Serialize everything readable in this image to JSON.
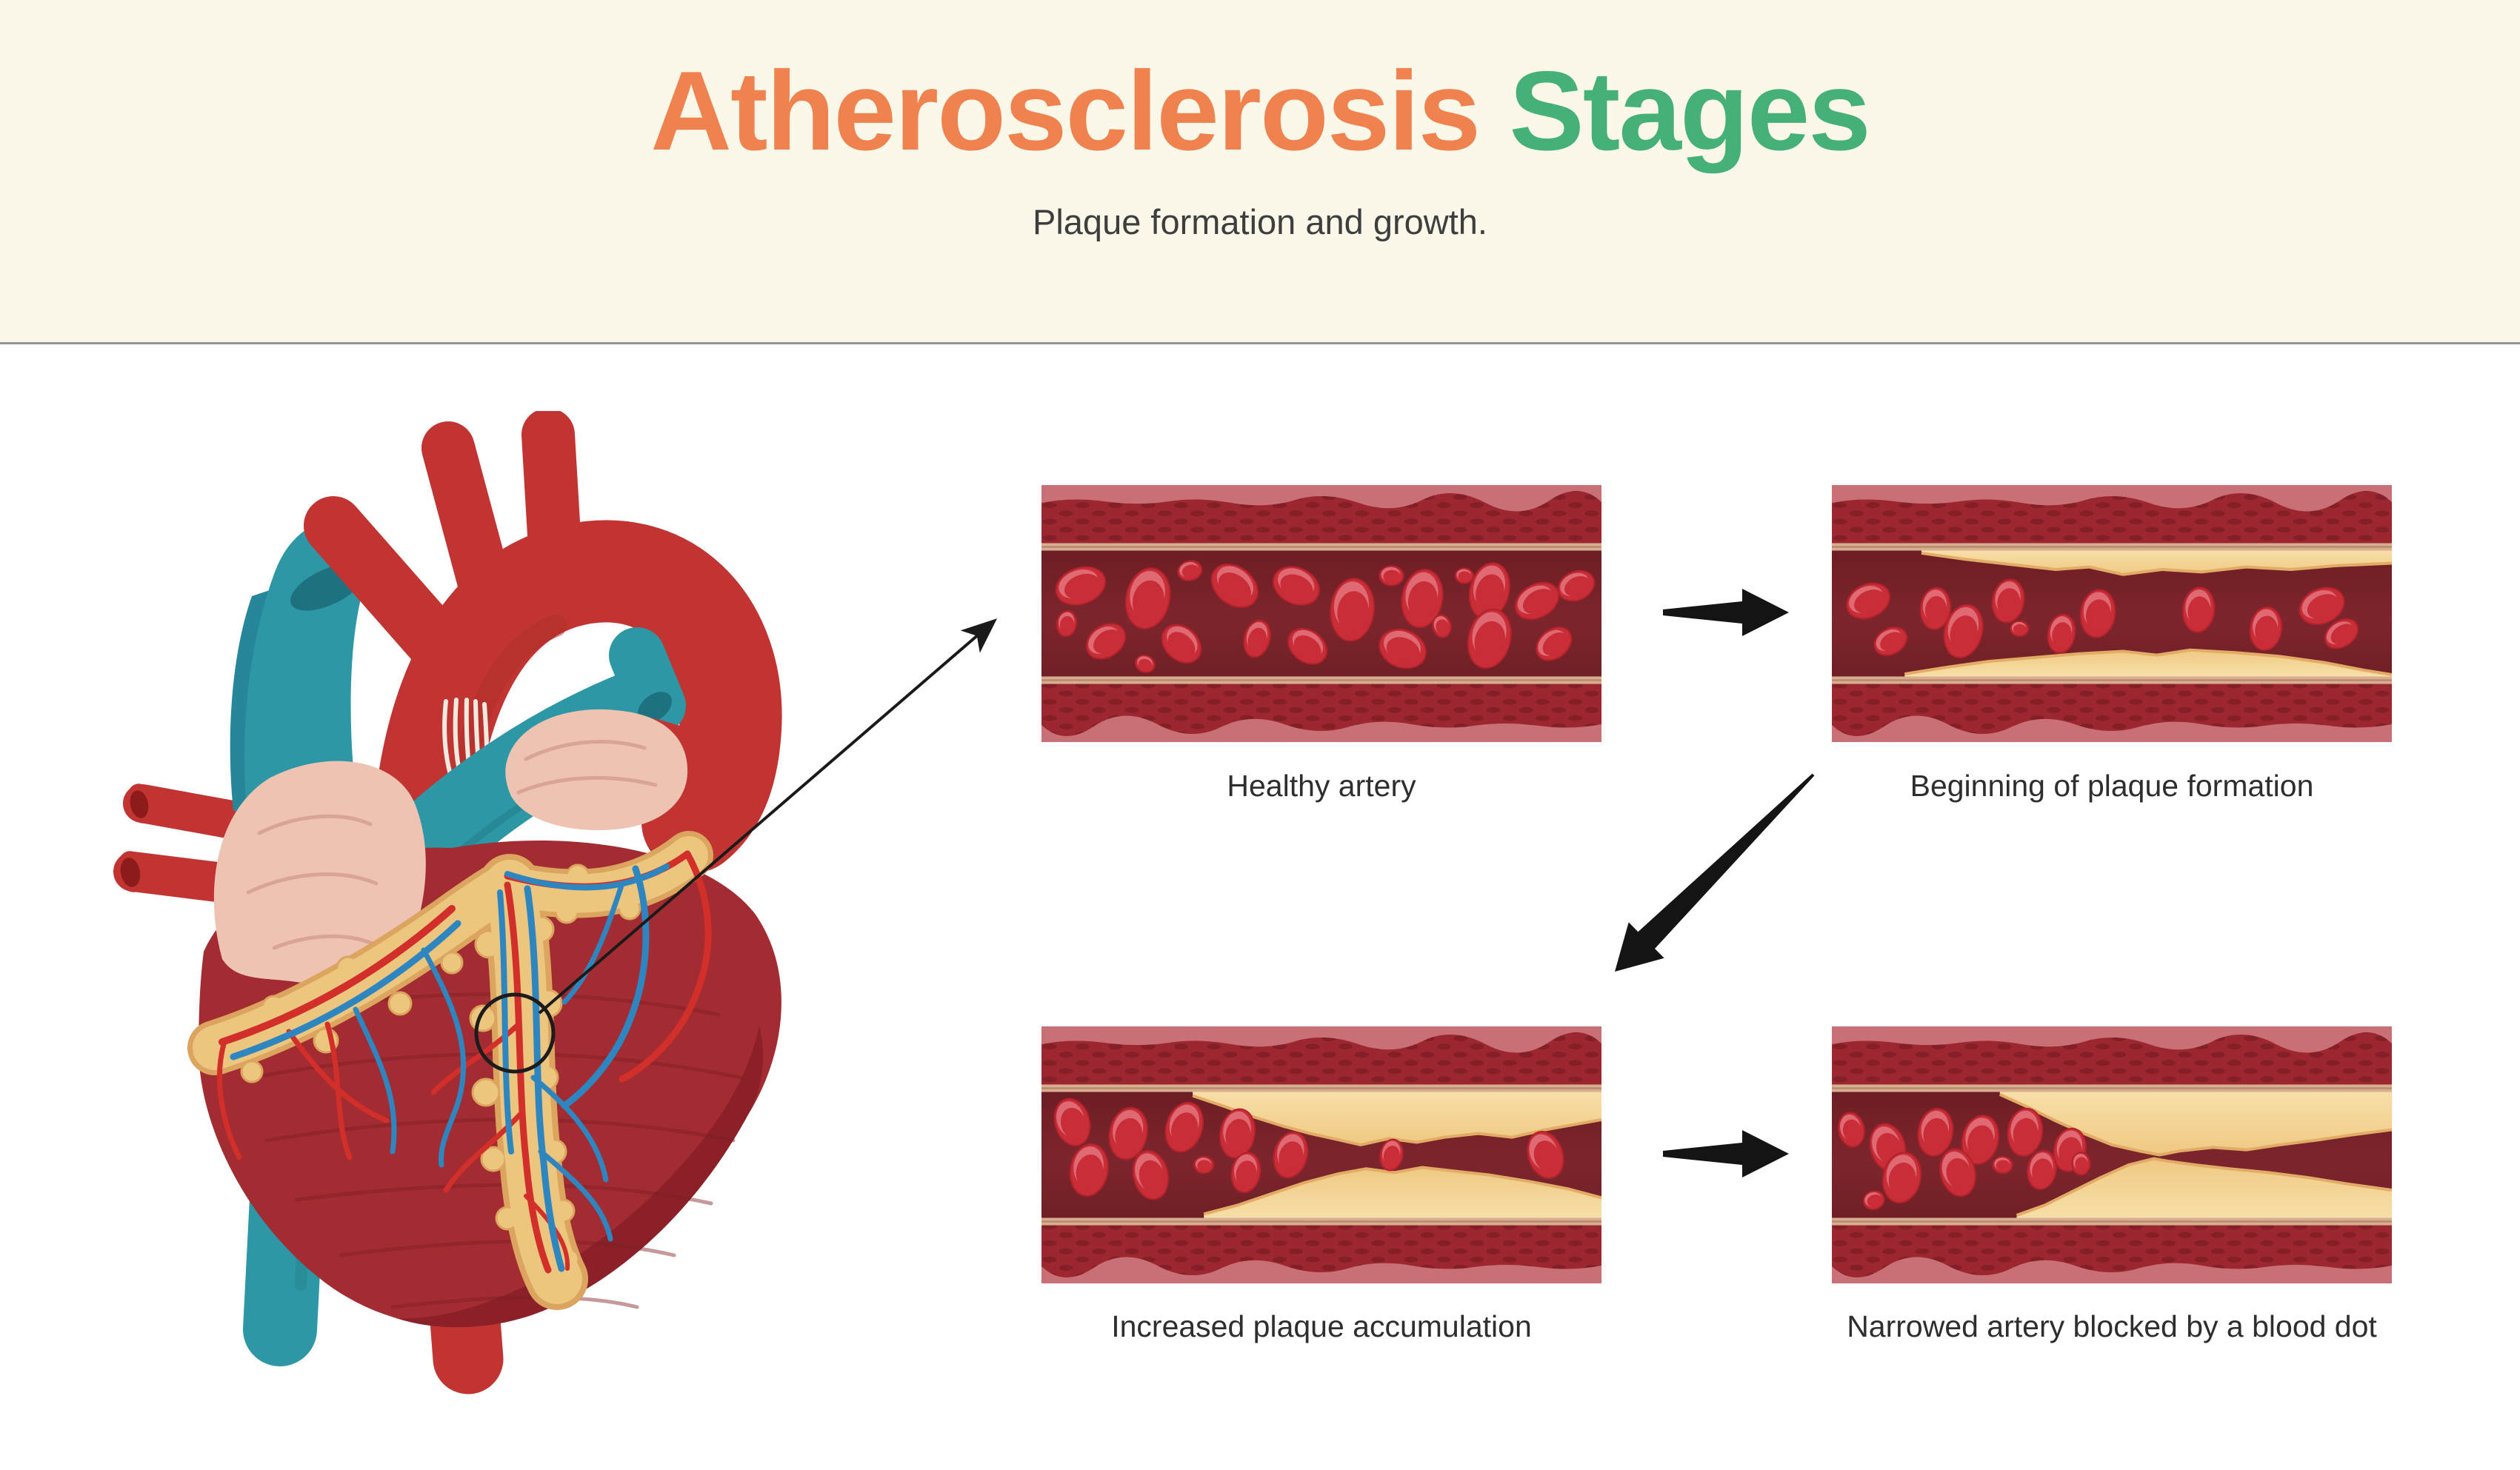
{
  "header": {
    "title": [
      {
        "text": "Atherosclerosis",
        "color": "#F0824F"
      },
      {
        "text": "Stages",
        "color": "#45B078"
      }
    ],
    "subtitle": "Plaque formation and growth.",
    "background": "#FBF8E9"
  },
  "figure": {
    "name": "anatomical heart with magnified coronary artery segment",
    "annotation": "circled coronary artery segment pointing to healthy artery panel"
  },
  "stages": [
    {
      "id": "healthy",
      "label": "Healthy artery",
      "artery": {
        "plaque_top": null,
        "plaque_bottom": null,
        "rbcs": [
          [
            0.07,
            0.28,
            34,
            24,
            -20
          ],
          [
            0.19,
            0.38,
            29,
            41,
            12
          ],
          [
            0.265,
            0.16,
            16,
            13,
            -15
          ],
          [
            0.345,
            0.28,
            34,
            25,
            38
          ],
          [
            0.455,
            0.28,
            32,
            24,
            25
          ],
          [
            0.555,
            0.47,
            29,
            42,
            6
          ],
          [
            0.625,
            0.2,
            16,
            13,
            0
          ],
          [
            0.68,
            0.38,
            27,
            39,
            10
          ],
          [
            0.755,
            0.2,
            12,
            10,
            0
          ],
          [
            0.8,
            0.32,
            26,
            38,
            14
          ],
          [
            0.885,
            0.4,
            31,
            22,
            -30
          ],
          [
            0.955,
            0.28,
            25,
            19,
            -25
          ],
          [
            0.045,
            0.58,
            13,
            17,
            10
          ],
          [
            0.115,
            0.72,
            28,
            21,
            -35
          ],
          [
            0.25,
            0.74,
            29,
            22,
            42
          ],
          [
            0.185,
            0.9,
            13,
            11,
            20
          ],
          [
            0.385,
            0.7,
            17,
            25,
            15
          ],
          [
            0.475,
            0.76,
            28,
            21,
            36
          ],
          [
            0.645,
            0.78,
            32,
            25,
            22
          ],
          [
            0.715,
            0.6,
            12,
            15,
            -10
          ],
          [
            0.8,
            0.7,
            28,
            40,
            14
          ],
          [
            0.915,
            0.74,
            26,
            19,
            -40
          ]
        ]
      }
    },
    {
      "id": "beginning",
      "label": "Beginning of plaque formation",
      "artery": {
        "plaque_top": [
          [
            0.16,
            0.02
          ],
          [
            0.24,
            0.07
          ],
          [
            0.32,
            0.11
          ],
          [
            0.4,
            0.15
          ],
          [
            0.46,
            0.13
          ],
          [
            0.52,
            0.19
          ],
          [
            0.59,
            0.15
          ],
          [
            0.66,
            0.17
          ],
          [
            0.74,
            0.13
          ],
          [
            0.82,
            0.15
          ],
          [
            0.9,
            0.12
          ],
          [
            1.0,
            0.1
          ]
        ],
        "plaque_bottom": [
          [
            0.13,
            0.98
          ],
          [
            0.2,
            0.93
          ],
          [
            0.28,
            0.88
          ],
          [
            0.36,
            0.85
          ],
          [
            0.44,
            0.82
          ],
          [
            0.52,
            0.8
          ],
          [
            0.58,
            0.83
          ],
          [
            0.64,
            0.79
          ],
          [
            0.72,
            0.81
          ],
          [
            0.8,
            0.84
          ],
          [
            0.88,
            0.89
          ],
          [
            0.95,
            0.95
          ],
          [
            1.0,
            0.985
          ]
        ],
        "rbcs": [
          [
            0.065,
            0.4,
            30,
            22,
            -25
          ],
          [
            0.185,
            0.46,
            20,
            28,
            6
          ],
          [
            0.315,
            0.4,
            21,
            29,
            10
          ],
          [
            0.475,
            0.5,
            23,
            32,
            8
          ],
          [
            0.655,
            0.47,
            21,
            30,
            6
          ],
          [
            0.875,
            0.44,
            31,
            23,
            -25
          ],
          [
            0.105,
            0.72,
            23,
            17,
            -30
          ],
          [
            0.235,
            0.64,
            25,
            36,
            15
          ],
          [
            0.335,
            0.62,
            12,
            10,
            0
          ],
          [
            0.41,
            0.66,
            18,
            26,
            10
          ],
          [
            0.775,
            0.62,
            21,
            29,
            8
          ],
          [
            0.91,
            0.66,
            24,
            17,
            -35
          ]
        ]
      }
    },
    {
      "id": "increased",
      "label": "Increased plaque accumulation",
      "artery": {
        "plaque_top": [
          [
            0.27,
            0.03
          ],
          [
            0.33,
            0.12
          ],
          [
            0.38,
            0.2
          ],
          [
            0.43,
            0.27
          ],
          [
            0.48,
            0.33
          ],
          [
            0.53,
            0.38
          ],
          [
            0.57,
            0.42
          ],
          [
            0.62,
            0.37
          ],
          [
            0.67,
            0.4
          ],
          [
            0.72,
            0.36
          ],
          [
            0.78,
            0.33
          ],
          [
            0.84,
            0.36
          ],
          [
            0.9,
            0.3
          ],
          [
            1.0,
            0.22
          ]
        ],
        "plaque_bottom": [
          [
            0.29,
            0.97
          ],
          [
            0.35,
            0.9
          ],
          [
            0.41,
            0.81
          ],
          [
            0.47,
            0.72
          ],
          [
            0.53,
            0.65
          ],
          [
            0.58,
            0.61
          ],
          [
            0.63,
            0.64
          ],
          [
            0.68,
            0.6
          ],
          [
            0.74,
            0.63
          ],
          [
            0.8,
            0.66
          ],
          [
            0.87,
            0.71
          ],
          [
            0.94,
            0.77
          ],
          [
            1.0,
            0.84
          ]
        ],
        "rbcs": [
          [
            0.055,
            0.24,
            23,
            32,
            -15
          ],
          [
            0.155,
            0.33,
            25,
            35,
            12
          ],
          [
            0.255,
            0.28,
            24,
            34,
            18
          ],
          [
            0.35,
            0.33,
            23,
            33,
            10
          ],
          [
            0.445,
            0.5,
            22,
            31,
            15
          ],
          [
            0.085,
            0.62,
            25,
            35,
            10
          ],
          [
            0.195,
            0.66,
            23,
            33,
            -12
          ],
          [
            0.29,
            0.58,
            13,
            11,
            0
          ],
          [
            0.365,
            0.64,
            19,
            27,
            10
          ],
          [
            0.625,
            0.5,
            15,
            21,
            12
          ],
          [
            0.9,
            0.5,
            23,
            32,
            -18
          ]
        ]
      }
    },
    {
      "id": "narrowed",
      "label": "Narrowed artery blocked by a blood dot",
      "artery": {
        "plaque_top": [
          [
            0.3,
            0.02
          ],
          [
            0.35,
            0.12
          ],
          [
            0.4,
            0.23
          ],
          [
            0.45,
            0.33
          ],
          [
            0.5,
            0.42
          ],
          [
            0.55,
            0.47
          ],
          [
            0.585,
            0.5
          ],
          [
            0.62,
            0.47
          ],
          [
            0.68,
            0.44
          ],
          [
            0.74,
            0.46
          ],
          [
            0.8,
            0.42
          ],
          [
            0.87,
            0.38
          ],
          [
            0.93,
            0.34
          ],
          [
            1.0,
            0.3
          ]
        ],
        "plaque_bottom": [
          [
            0.33,
            0.98
          ],
          [
            0.38,
            0.9
          ],
          [
            0.43,
            0.79
          ],
          [
            0.48,
            0.68
          ],
          [
            0.53,
            0.58
          ],
          [
            0.575,
            0.53
          ],
          [
            0.6,
            0.55
          ],
          [
            0.65,
            0.58
          ],
          [
            0.71,
            0.61
          ],
          [
            0.78,
            0.64
          ],
          [
            0.85,
            0.68
          ],
          [
            0.92,
            0.73
          ],
          [
            1.0,
            0.78
          ]
        ],
        "rbcs": [
          [
            0.035,
            0.3,
            17,
            23,
            -10
          ],
          [
            0.1,
            0.44,
            23,
            32,
            -15
          ],
          [
            0.185,
            0.32,
            23,
            32,
            10
          ],
          [
            0.265,
            0.38,
            24,
            33,
            14
          ],
          [
            0.345,
            0.32,
            23,
            32,
            8
          ],
          [
            0.425,
            0.46,
            21,
            29,
            12
          ],
          [
            0.125,
            0.68,
            25,
            34,
            12
          ],
          [
            0.225,
            0.64,
            23,
            32,
            -14
          ],
          [
            0.305,
            0.58,
            13,
            11,
            0
          ],
          [
            0.375,
            0.62,
            19,
            26,
            10
          ],
          [
            0.445,
            0.57,
            12,
            15,
            0
          ],
          [
            0.075,
            0.86,
            14,
            12,
            -20
          ]
        ]
      }
    }
  ],
  "palette": {
    "outer_wall": "#C97076",
    "muscle": "#9C2730",
    "muscle_scale": "#841F28",
    "intima": "#D8AE90",
    "intima_line": "#B98A6E",
    "lumen_dark": "#6E1D24",
    "lumen_mid": "#7D252D",
    "rbc": "#C92D38",
    "rbc_rim": "#B1222B",
    "rbc_highlight": "#E06A74",
    "plaque": "#F0C983",
    "plaque_light": "#F7DFA8",
    "plaque_edge": "#E2AC66",
    "arrow": "#141414"
  }
}
